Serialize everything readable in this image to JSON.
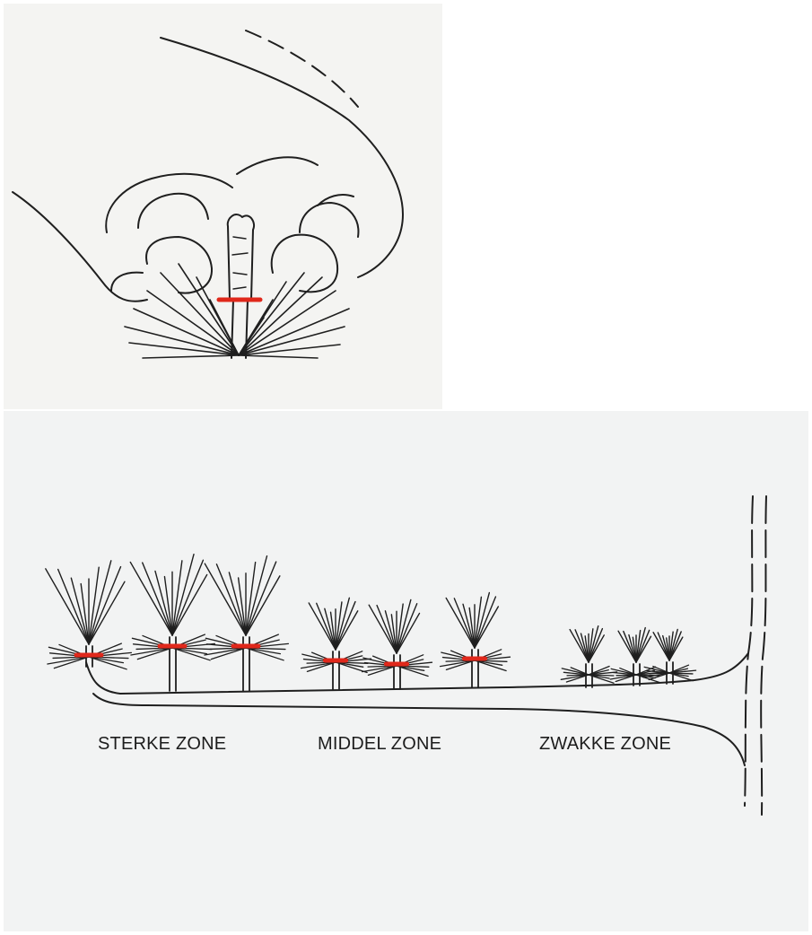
{
  "colors": {
    "ink": "#1f1f1f",
    "tie": "#e0281b",
    "panel_top": "#f4f4f2",
    "panel_bottom": "#f2f3f3"
  },
  "zones": [
    {
      "label": "STERKE ZONE"
    },
    {
      "label": "MIDDEL ZONE"
    },
    {
      "label": "ZWAKKE ZONE"
    }
  ]
}
